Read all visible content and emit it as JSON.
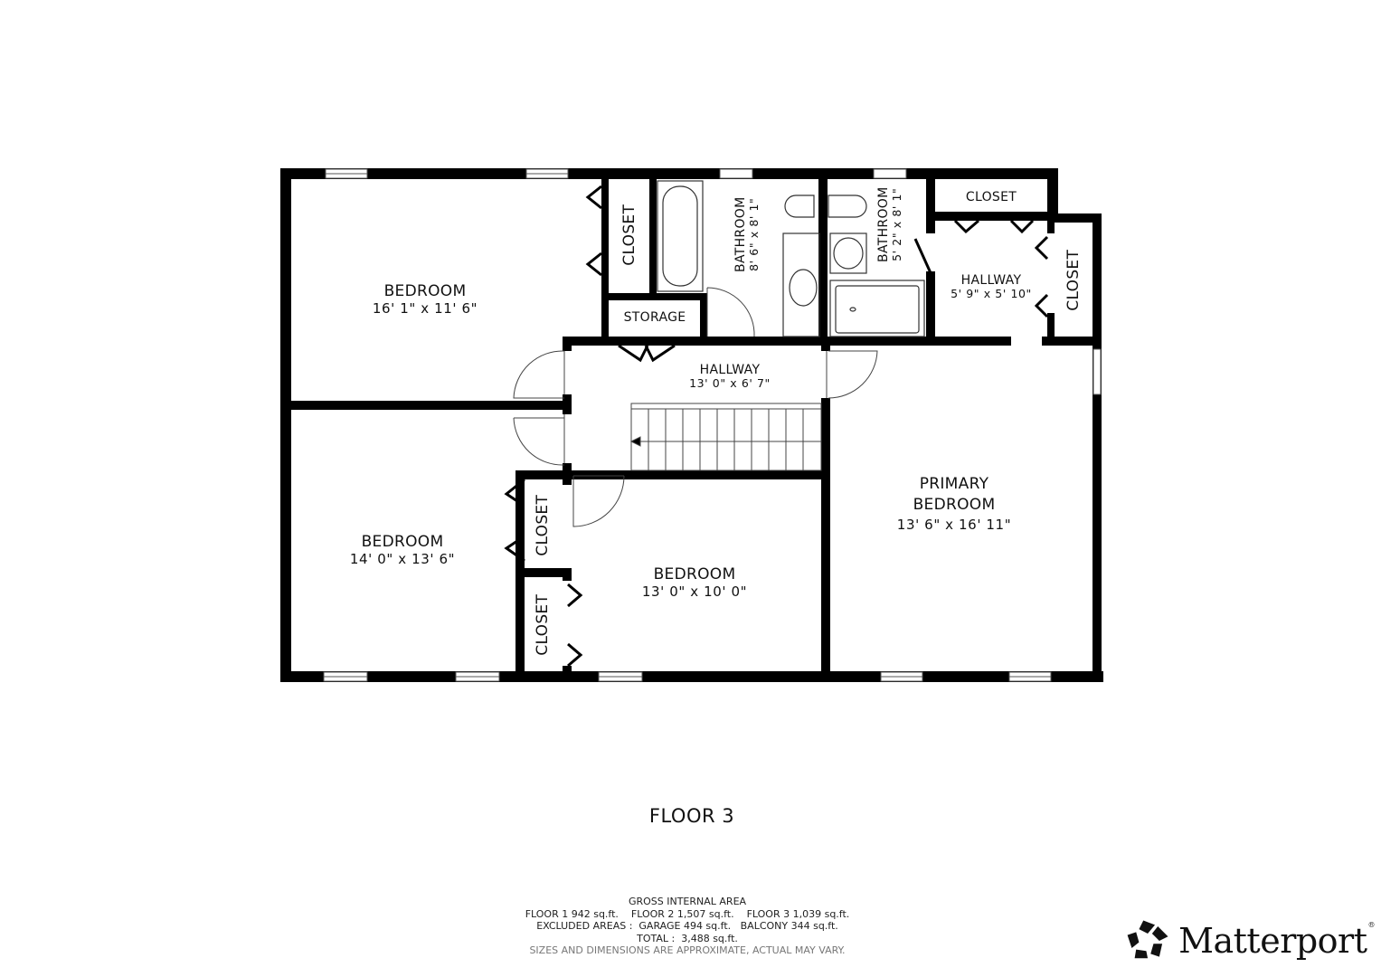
{
  "floor_title": "FLOOR 3",
  "rooms": {
    "bedroom_nw": {
      "name": "BEDROOM",
      "dim": "16' 1\" x 11' 6\""
    },
    "bedroom_sw": {
      "name": "BEDROOM",
      "dim": "14' 0\" x 13' 6\""
    },
    "bedroom_s": {
      "name": "BEDROOM",
      "dim": "13' 0\" x 10' 0\""
    },
    "primary_bedroom": {
      "name_line1": "PRIMARY",
      "name_line2": "BEDROOM",
      "dim": "13' 6\" x 16' 11\""
    },
    "hallway_main": {
      "name": "HALLWAY",
      "dim": "13' 0\" x 6' 7\""
    },
    "hallway_ne": {
      "name": "HALLWAY",
      "dim": "5' 9\" x 5' 10\""
    },
    "bathroom_1": {
      "name": "BATHROOM",
      "dim": "8' 6\" x 8' 1\""
    },
    "bathroom_2": {
      "name": "BATHROOM",
      "dim": "5' 2\" x 8' 1\""
    },
    "storage": {
      "name": "STORAGE"
    },
    "closet_nw": {
      "name": "CLOSET"
    },
    "closet_ne_top": {
      "name": "CLOSET"
    },
    "closet_ne_right": {
      "name": "CLOSET"
    },
    "closet_sw_upper": {
      "name": "CLOSET"
    },
    "closet_sw_lower": {
      "name": "CLOSET"
    }
  },
  "summary": {
    "heading": "GROSS INTERNAL AREA",
    "floors_line": "FLOOR 1 942 sq.ft.    FLOOR 2 1,507 sq.ft.    FLOOR 3 1,039 sq.ft.",
    "excluded_line": "EXCLUDED AREAS :  GARAGE 494 sq.ft.   BALCONY 344 sq.ft.",
    "total_line": "TOTAL :  3,488 sq.ft.",
    "disclaimer": "SIZES AND DIMENSIONS ARE APPROXIMATE, ACTUAL MAY VARY."
  },
  "areas": {
    "floor_1_sqft": 942,
    "floor_2_sqft": 1507,
    "floor_3_sqft": 1039,
    "garage_sqft": 494,
    "balcony_sqft": 344,
    "total_sqft": 3488
  },
  "brand": {
    "name": "Matterport",
    "reg_mark": "®",
    "logo_icon": "matterport-pentagon-icon"
  },
  "colors": {
    "wall": "#000000",
    "background": "#ffffff",
    "fixture_line": "#333333",
    "disclaimer": "#777777"
  }
}
